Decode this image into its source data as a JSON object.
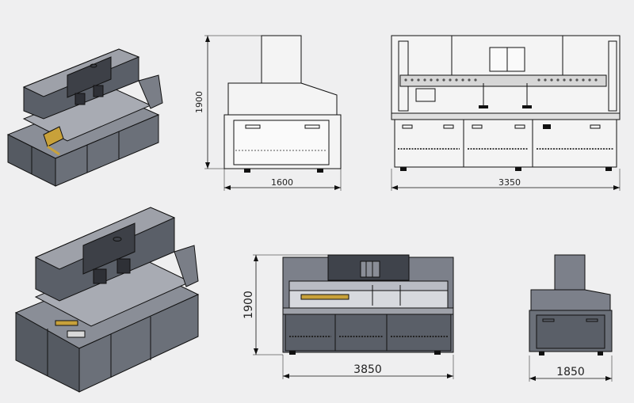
{
  "dimensions": {
    "side_view_top_width": "1600",
    "side_view_top_height": "1900",
    "front_view_top_width": "3350",
    "front_view_bottom_width": "3850",
    "front_view_bottom_height": "1900",
    "side_view_bottom_width": "1850"
  },
  "colors": {
    "background": "#efeff0",
    "line": "#1a1a1a",
    "body_dark": "#4c5058",
    "body_mid": "#7c808a",
    "body_light": "#b9bcc4",
    "accent": "#c8a13a"
  }
}
